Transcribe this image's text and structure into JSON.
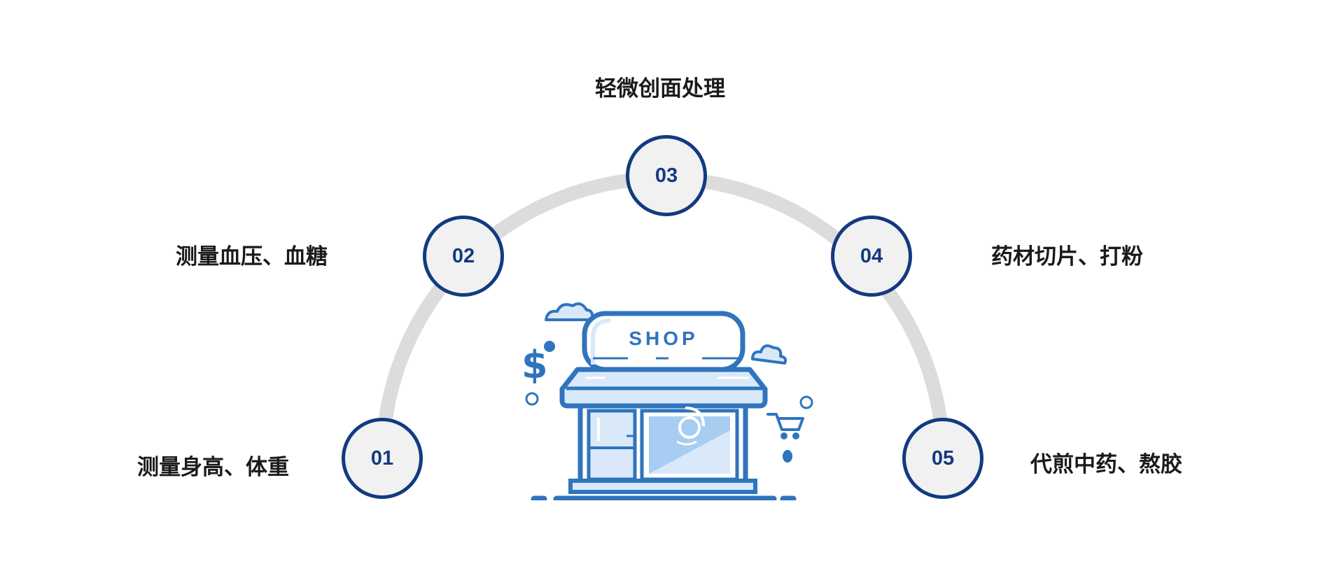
{
  "diagram": {
    "steps": [
      {
        "number": "01",
        "label": "测量身高、体重"
      },
      {
        "number": "02",
        "label": "测量血压、血糖"
      },
      {
        "number": "03",
        "label": "轻微创面处理"
      },
      {
        "number": "04",
        "label": "药材切片、打粉"
      },
      {
        "number": "05",
        "label": "代煎中药、熬胶"
      }
    ],
    "center_illustration": {
      "icon": "shop-storefront-icon",
      "sign_text": "SHOP",
      "extra_icons": [
        "dollar-sign-icon",
        "shopping-cart-icon",
        "cloud-icon"
      ]
    },
    "colors": {
      "circle_border": "#123a80",
      "circle_fill": "#f1f1f2",
      "arc": "#dcdcdc",
      "shop_primary": "#2f74bd",
      "shop_light": "#d9e9fa",
      "label_text": "#1a1a1a"
    }
  }
}
